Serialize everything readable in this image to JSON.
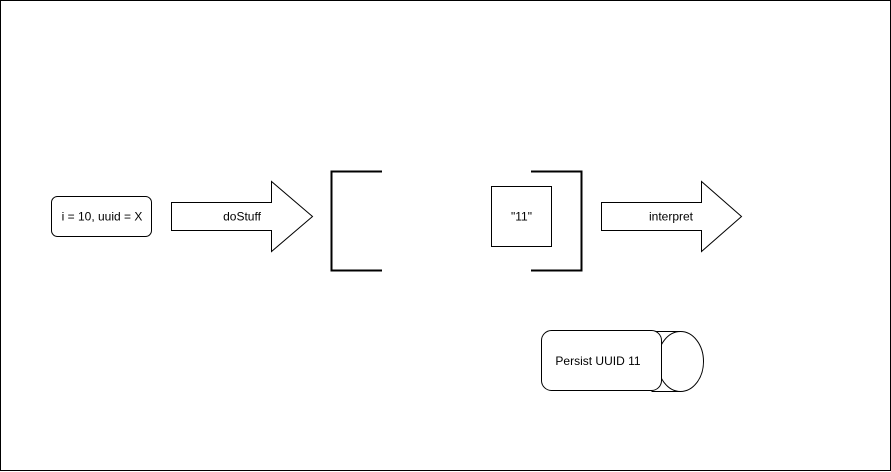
{
  "diagram": {
    "state_box": {
      "label": "i = 10, uuid = X"
    },
    "arrow_dostuff": {
      "label": "doStuff"
    },
    "value_box": {
      "label": "\"11\""
    },
    "arrow_interpret": {
      "label": "interpret"
    },
    "persist_db": {
      "label": "Persist  UUID 11"
    }
  },
  "colors": {
    "stroke": "#000000",
    "fill": "#ffffff",
    "text": "#000000"
  }
}
